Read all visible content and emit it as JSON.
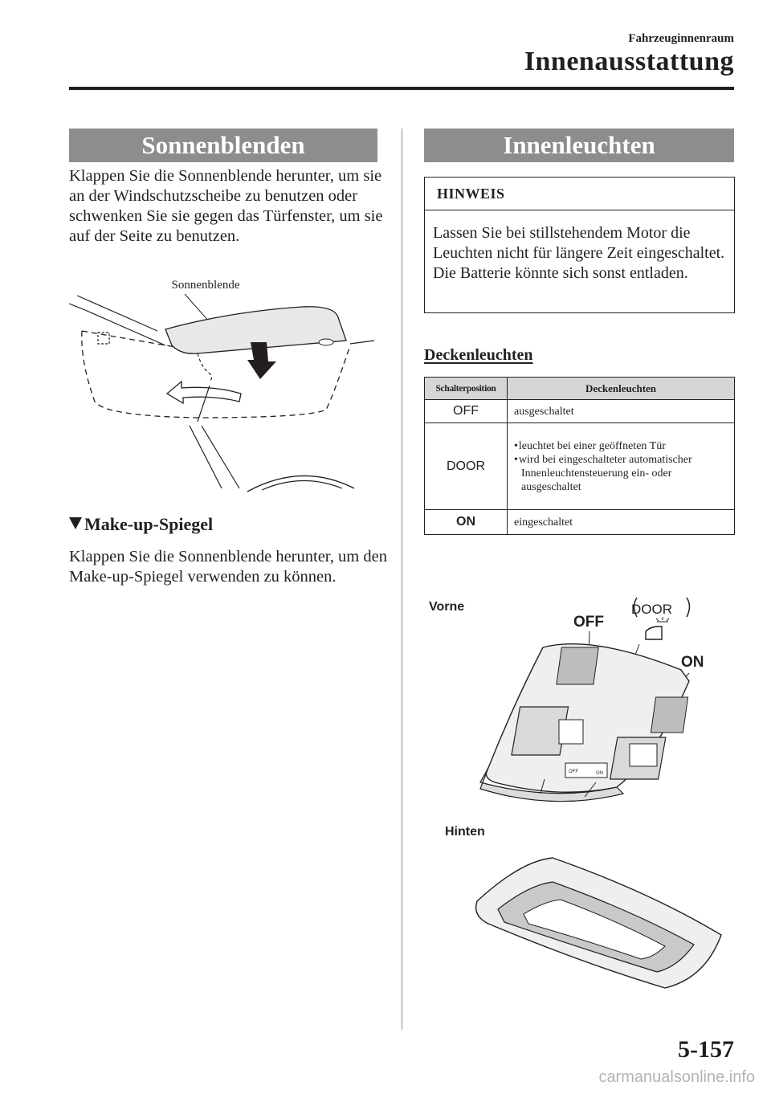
{
  "header": {
    "section": "Fahrzeuginnenraum",
    "title": "Innenausstattung"
  },
  "left": {
    "banner": "Sonnenblenden",
    "paragraph": "Klappen Sie die Sonnenblende herunter, um sie an der Windschutzscheibe zu benutzen oder schwenken Sie sie gegen das Türfenster, um sie auf der Seite zu benutzen.",
    "figure_label": "Sonnenblende",
    "subheading": "Make-up-Spiegel",
    "mirror_paragraph": "Klappen Sie die Sonnenblende herunter, um den Make-up-Spiegel verwenden zu können."
  },
  "right": {
    "banner": "Innenleuchten",
    "note": {
      "heading": "HINWEIS",
      "text": "Lassen Sie bei stillstehendem Motor die Leuchten nicht für längere Zeit eingeschaltet. Die Batterie könnte sich sonst entladen."
    },
    "subheading": "Deckenleuchten",
    "table": {
      "headers": [
        "Schalterposition",
        "Deckenleuchten"
      ],
      "rows": [
        {
          "position": "OFF",
          "items": [
            "ausgeschaltet"
          ]
        },
        {
          "position": "DOOR",
          "items": [
            "leuchtet bei einer geöffneten Tür",
            "wird bei eingeschalteter automatischer Innenleuchtensteuerung ein- oder ausgeschaltet"
          ]
        },
        {
          "position": "ON",
          "items": [
            "eingeschaltet"
          ]
        }
      ]
    },
    "figure": {
      "front": "Vorne",
      "off": "OFF",
      "door": "DOOR",
      "on": "ON",
      "rear": "Hinten",
      "switch_off": "OFF",
      "switch_on": "ON"
    }
  },
  "footer": {
    "page_number": "5-157",
    "watermark": "carmanualsonline.info"
  }
}
